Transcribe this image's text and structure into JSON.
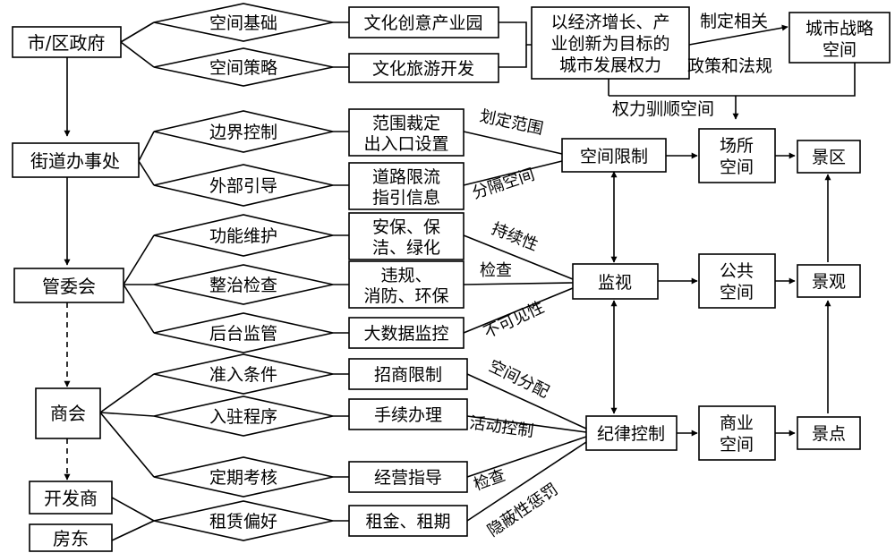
{
  "actors": {
    "city_gov": "市/区政府",
    "street_office": "街道办事处",
    "management_committee": "管委会",
    "chamber_of_commerce": "商会",
    "developer": "开发商",
    "landlord": "房东"
  },
  "strategies": {
    "space_foundation": "空间基础",
    "space_strategy": "空间策略",
    "boundary_control": "边界控制",
    "external_guidance": "外部引导",
    "function_maintenance": "功能维护",
    "rectify_inspect": "整治检查",
    "backend_supervision": "后台监管",
    "access_conditions": "准入条件",
    "entry_procedure": "入驻程序",
    "periodic_assessment": "定期考核",
    "rental_preference": "租赁偏好"
  },
  "measures": {
    "cultural_park": "文化创意产业园",
    "cultural_tourism": "文化旅游开发",
    "scope": [
      "范围裁定",
      "出入口设置"
    ],
    "road_guide": [
      "道路限流",
      "指引信息"
    ],
    "security": [
      "安保、保",
      "洁、绿化"
    ],
    "violations": [
      "违规、",
      "消防、环保"
    ],
    "big_data": "大数据监控",
    "investment": "招商限制",
    "procedures": "手续办理",
    "business_guidance": "经营指导",
    "rent": "租金、租期"
  },
  "power": {
    "city_power": [
      "以经济增长、产",
      "业创新为目标的",
      "城市发展权力"
    ],
    "strategic_space": [
      "城市战略",
      "空间"
    ]
  },
  "mechanisms": {
    "space_restriction": "空间限制",
    "surveillance": "监视",
    "discipline": "纪律控制"
  },
  "spaces": {
    "venue": [
      "场所",
      "空间"
    ],
    "public": [
      "公共",
      "空间"
    ],
    "commercial": [
      "商业",
      "空间"
    ]
  },
  "outcomes": {
    "scenic_area": "景区",
    "landscape": "景观",
    "scenic_spot": "景点"
  },
  "edge_labels": {
    "formulate_top": "制定相关",
    "formulate_bottom": "政策和法规",
    "power_tames_space": "权力驯顺空间",
    "demarcate": "划定范围",
    "separate": "分隔空间",
    "sustained": "持续性",
    "inspect1": "检查",
    "invisible": "不可见性",
    "space_allocation": "空间分配",
    "activity_control": "活动控制",
    "inspect2": "检查",
    "hidden_punishment": "隐蔽性惩罚"
  }
}
